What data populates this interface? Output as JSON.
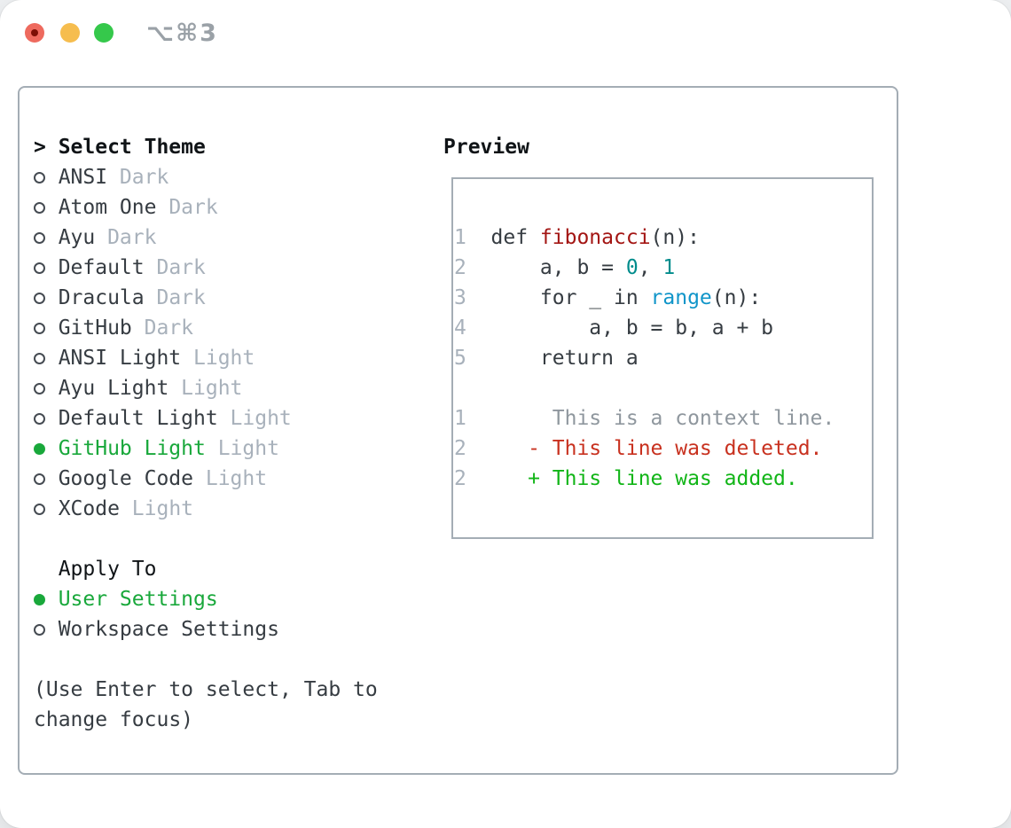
{
  "window": {
    "title": "⌥⌘3"
  },
  "colors": {
    "ui_green": "#19a83b",
    "text_dark": "#363c42",
    "muted_gray": "#a8b1bb",
    "code_function": "#a31513",
    "code_number": "#008c8c",
    "code_builtin": "#1095c9",
    "diff_context": "#8f979e",
    "diff_deleted": "#c8311f",
    "diff_added": "#11b517",
    "panel_border": "#a4adb5"
  },
  "theme_panel": {
    "header": {
      "marker": ">",
      "label": "Select Theme"
    },
    "themes": [
      {
        "name": "ANSI",
        "variant": "Dark",
        "selected": false
      },
      {
        "name": "Atom One",
        "variant": "Dark",
        "selected": false
      },
      {
        "name": "Ayu",
        "variant": "Dark",
        "selected": false
      },
      {
        "name": "Default",
        "variant": "Dark",
        "selected": false
      },
      {
        "name": "Dracula",
        "variant": "Dark",
        "selected": false
      },
      {
        "name": "GitHub",
        "variant": "Dark",
        "selected": false
      },
      {
        "name": "ANSI Light",
        "variant": "Light",
        "selected": false
      },
      {
        "name": "Ayu Light",
        "variant": "Light",
        "selected": false
      },
      {
        "name": "Default Light",
        "variant": "Light",
        "selected": false
      },
      {
        "name": "GitHub Light",
        "variant": "Light",
        "selected": true
      },
      {
        "name": "Google Code",
        "variant": "Light",
        "selected": false
      },
      {
        "name": "XCode",
        "variant": "Light",
        "selected": false
      }
    ],
    "apply_to": {
      "label": "Apply To",
      "options": [
        {
          "name": "User Settings",
          "selected": true
        },
        {
          "name": "Workspace Settings",
          "selected": false
        }
      ]
    },
    "help_lines": [
      "(Use Enter to select, Tab to",
      "change focus)"
    ]
  },
  "preview": {
    "label": "Preview",
    "lines": [
      {
        "num": "1",
        "segments": [
          {
            "text": "def ",
            "style": "code-default"
          },
          {
            "text": "fibonacci",
            "style": "code-function"
          },
          {
            "text": "(n):",
            "style": "code-default"
          }
        ]
      },
      {
        "num": "2",
        "segments": [
          {
            "text": "    a, b = ",
            "style": "code-default"
          },
          {
            "text": "0",
            "style": "code-number"
          },
          {
            "text": ", ",
            "style": "code-default"
          },
          {
            "text": "1",
            "style": "code-number"
          }
        ]
      },
      {
        "num": "3",
        "segments": [
          {
            "text": "    for _ in ",
            "style": "code-default"
          },
          {
            "text": "range",
            "style": "code-builtin"
          },
          {
            "text": "(n):",
            "style": "code-default"
          }
        ]
      },
      {
        "num": "4",
        "segments": [
          {
            "text": "        a, b = b, a + b",
            "style": "code-default"
          }
        ]
      },
      {
        "num": "5",
        "segments": [
          {
            "text": "    return a",
            "style": "code-default"
          }
        ]
      },
      {
        "num": "",
        "segments": []
      },
      {
        "num": "1",
        "segments": [
          {
            "text": "     This is a context line.",
            "style": "diff-context"
          }
        ]
      },
      {
        "num": "2",
        "segments": [
          {
            "text": "   - This line was deleted.",
            "style": "diff-deleted"
          }
        ]
      },
      {
        "num": "2",
        "segments": [
          {
            "text": "   + This line was added.",
            "style": "diff-added"
          }
        ]
      }
    ]
  }
}
